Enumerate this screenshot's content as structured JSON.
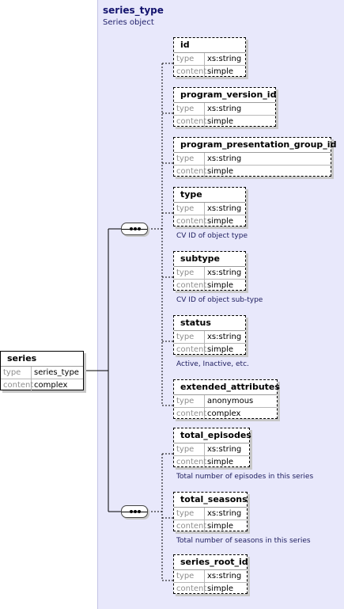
{
  "complex_type": {
    "name": "series_type",
    "description": "Series object"
  },
  "root": {
    "name": "series",
    "type": "series_type",
    "content": "complex"
  },
  "labels": {
    "type": "type",
    "content": "content"
  },
  "sequence_icon": "sequence-compositor-icon",
  "groups": [
    {
      "elements": [
        {
          "name": "id",
          "type": "xs:string",
          "content": "simple",
          "annotation": "",
          "optional": false
        },
        {
          "name": "program_version_id",
          "type": "xs:string",
          "content": "simple",
          "annotation": "",
          "optional": true
        },
        {
          "name": "program_presentation_group_id",
          "type": "xs:string",
          "content": "simple",
          "annotation": "",
          "optional": true
        },
        {
          "name": "type",
          "type": "xs:string",
          "content": "simple",
          "annotation": "CV ID of object type",
          "optional": false
        },
        {
          "name": "subtype",
          "type": "xs:string",
          "content": "simple",
          "annotation": "CV ID of object sub-type",
          "optional": true
        },
        {
          "name": "status",
          "type": "xs:string",
          "content": "simple",
          "annotation": "Active, Inactive, etc.",
          "optional": false
        },
        {
          "name": "extended_attributes",
          "type": "anonymous",
          "content": "complex",
          "annotation": "",
          "optional": true
        }
      ]
    },
    {
      "elements": [
        {
          "name": "total_episodes",
          "type": "xs:string",
          "content": "simple",
          "annotation": "Total number of episodes in this series",
          "optional": true
        },
        {
          "name": "total_seasons",
          "type": "xs:string",
          "content": "simple",
          "annotation": "Total number of seasons in this series",
          "optional": true
        },
        {
          "name": "series_root_id",
          "type": "xs:string",
          "content": "simple",
          "annotation": "",
          "optional": true
        }
      ]
    }
  ]
}
